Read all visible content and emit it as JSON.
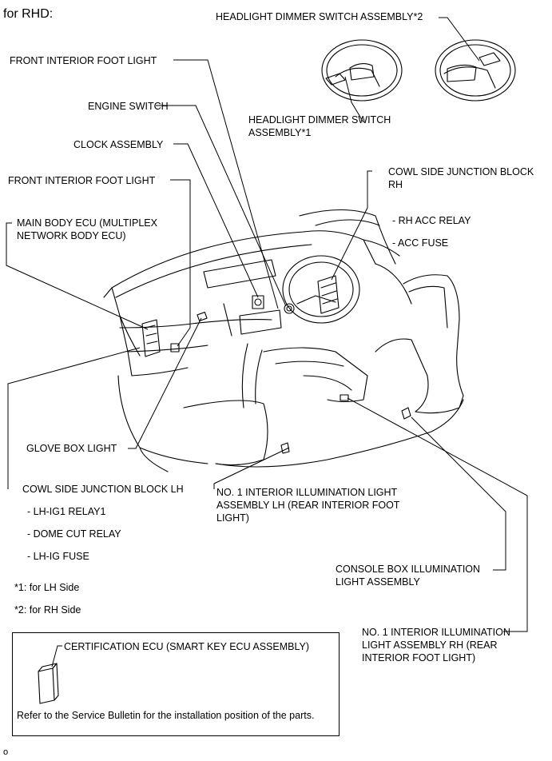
{
  "title": "for RHD:",
  "labels": {
    "headlight_dimmer_2": "HEADLIGHT DIMMER SWITCH ASSEMBLY*2",
    "front_interior_foot_light_top": "FRONT INTERIOR FOOT LIGHT",
    "engine_switch": "ENGINE SWITCH",
    "headlight_dimmer_1_line1": "HEADLIGHT DIMMER SWITCH",
    "headlight_dimmer_1_line2": "ASSEMBLY*1",
    "clock_assembly": "CLOCK ASSEMBLY",
    "front_interior_foot_light_2": "FRONT INTERIOR FOOT LIGHT",
    "cowl_rh_line1": "COWL SIDE JUNCTION BLOCK",
    "cowl_rh_line2": "RH",
    "main_body_ecu_line1": "MAIN BODY ECU (MULTIPLEX",
    "main_body_ecu_line2": "NETWORK BODY ECU)",
    "rh_acc_relay": "- RH ACC RELAY",
    "acc_fuse": "- ACC FUSE",
    "glove_box_light": "GLOVE BOX LIGHT",
    "cowl_lh": "COWL SIDE JUNCTION BLOCK LH",
    "lh_ig1_relay1": "- LH-IG1 RELAY1",
    "dome_cut_relay": "- DOME CUT RELAY",
    "lh_ig_fuse": "- LH-IG FUSE",
    "rear_lh_line1": "NO. 1 INTERIOR ILLUMINATION LIGHT",
    "rear_lh_line2": "ASSEMBLY LH (REAR INTERIOR FOOT",
    "rear_lh_line3": "LIGHT)",
    "console_line1": "CONSOLE BOX ILLUMINATION",
    "console_line2": "LIGHT ASSEMBLY",
    "note1": "*1: for LH Side",
    "note2": "*2: for RH Side",
    "rear_rh_line1": "NO. 1 INTERIOR ILLUMINATION",
    "rear_rh_line2": "LIGHT ASSEMBLY RH (REAR",
    "rear_rh_line3": "INTERIOR FOOT LIGHT)",
    "certification_ecu": "CERTIFICATION ECU (SMART KEY ECU ASSEMBLY)",
    "refer_note": "Refer to the Service Bulletin for the installation position of the parts."
  },
  "footer": "o"
}
